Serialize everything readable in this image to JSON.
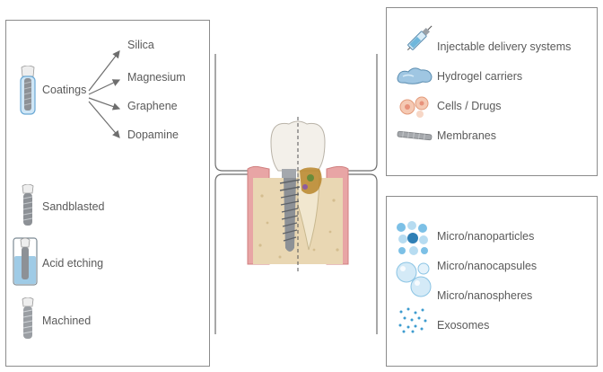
{
  "surface_treatments": {
    "coatings": {
      "label": "Coatings",
      "materials": [
        "Silica",
        "Magnesium",
        "Graphene",
        "Dopamine"
      ]
    },
    "sandblasted": "Sandblasted",
    "acid_etching": "Acid etching",
    "machined": "Machined"
  },
  "delivery": {
    "items": [
      {
        "label": "Injectable delivery systems",
        "icon": "syringe-icon"
      },
      {
        "label": "Hydrogel carriers",
        "icon": "hydrogel-icon"
      },
      {
        "label": "Cells / Drugs",
        "icon": "cells-icon"
      },
      {
        "label": "Membranes",
        "icon": "membrane-icon"
      }
    ]
  },
  "nano": {
    "items": [
      {
        "label": "Micro/nanoparticles",
        "icon": "nanoparticles-icon"
      },
      {
        "label": "Micro/nanocapsules",
        "icon": "nanocapsules-icon"
      },
      {
        "label": "Micro/nanospheres",
        "icon": ""
      },
      {
        "label": "Exosomes",
        "icon": "exosomes-icon"
      }
    ]
  },
  "colors": {
    "panel_border": "#8c8c8c",
    "text": "#5a5a5a",
    "gum": "#e8a5a5",
    "bone": "#e9d7b3",
    "implant": "#8d9196",
    "arrow": "#6e6e6e",
    "nano_blue": "#6fb7dc"
  }
}
